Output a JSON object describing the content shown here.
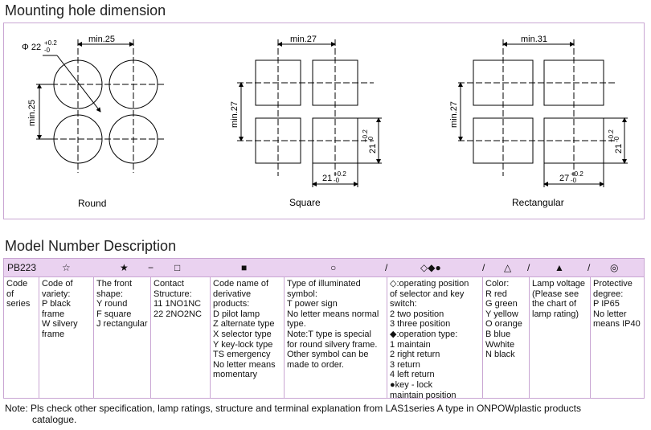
{
  "mounting": {
    "title": "Mounting hole dimension",
    "round": {
      "label": "Round",
      "diameter": "Φ 22",
      "tol_plus": "+0.2",
      "tol_minus": "-0",
      "spacing_h": "min.25",
      "spacing_v": "min.25"
    },
    "square": {
      "label": "Square",
      "spacing_h": "min.27",
      "spacing_v": "min.27",
      "width": "21",
      "height": "21",
      "tol_plus": "+0.2",
      "tol_minus": "-0"
    },
    "rect": {
      "label": "Rectangular",
      "spacing_h": "min.31",
      "spacing_v": "min.27",
      "width": "27",
      "height": "21",
      "tol_plus": "+0.2",
      "tol_minus": "-0"
    }
  },
  "model": {
    "title": "Model Number Description",
    "code_row": [
      "PB223",
      "☆",
      "★",
      "−",
      "□",
      "■",
      "○",
      "/",
      "◇◆●",
      "/",
      "△",
      "▲",
      "/",
      "◎"
    ],
    "columns": [
      "Code\nof\nseries",
      "Code of\nvariety:\nP   black\n     frame\nW  silvery\n     frame",
      "The front\n shape:\nY round\nF square\nJ rectangular",
      "Contact\nStructure:\n11 1NO1NC\n22 2NO2NC",
      "Code name of\nderivative products:\nD pilot lamp\nZ alternate type\nX selector type\nY key-lock type\nTS emergency\nNo letter means\nmomentary",
      "Type of illuminated\nsymbol:\nT power sign\nNo letter means normal\ntype.\nNote:T type is special\nfor round silvery frame.\nOther symbol can be\nmade to order.",
      "◇:operating position\nof selector and key\nswitch:\n2 two position\n3 three position\n◆:operation type:\n1 maintain\n2 right return\n3 return\n4 left return\n●key - lock\nmaintain position",
      "Color:\nR red\nG green\nY yellow\nO orange\nB blue\nWwhite\nN black",
      "Lamp voltage\n(Please  see\n the chart of\nlamp rating)",
      "Protective\ndegree:\nP IP65\nNo letter\nmeans IP40"
    ]
  },
  "note": "Note:  Pls check other specification, lamp ratings, structure and terminal explanation from LAS1series A type in ONPOWplastic products",
  "note_cont": "catalogue."
}
